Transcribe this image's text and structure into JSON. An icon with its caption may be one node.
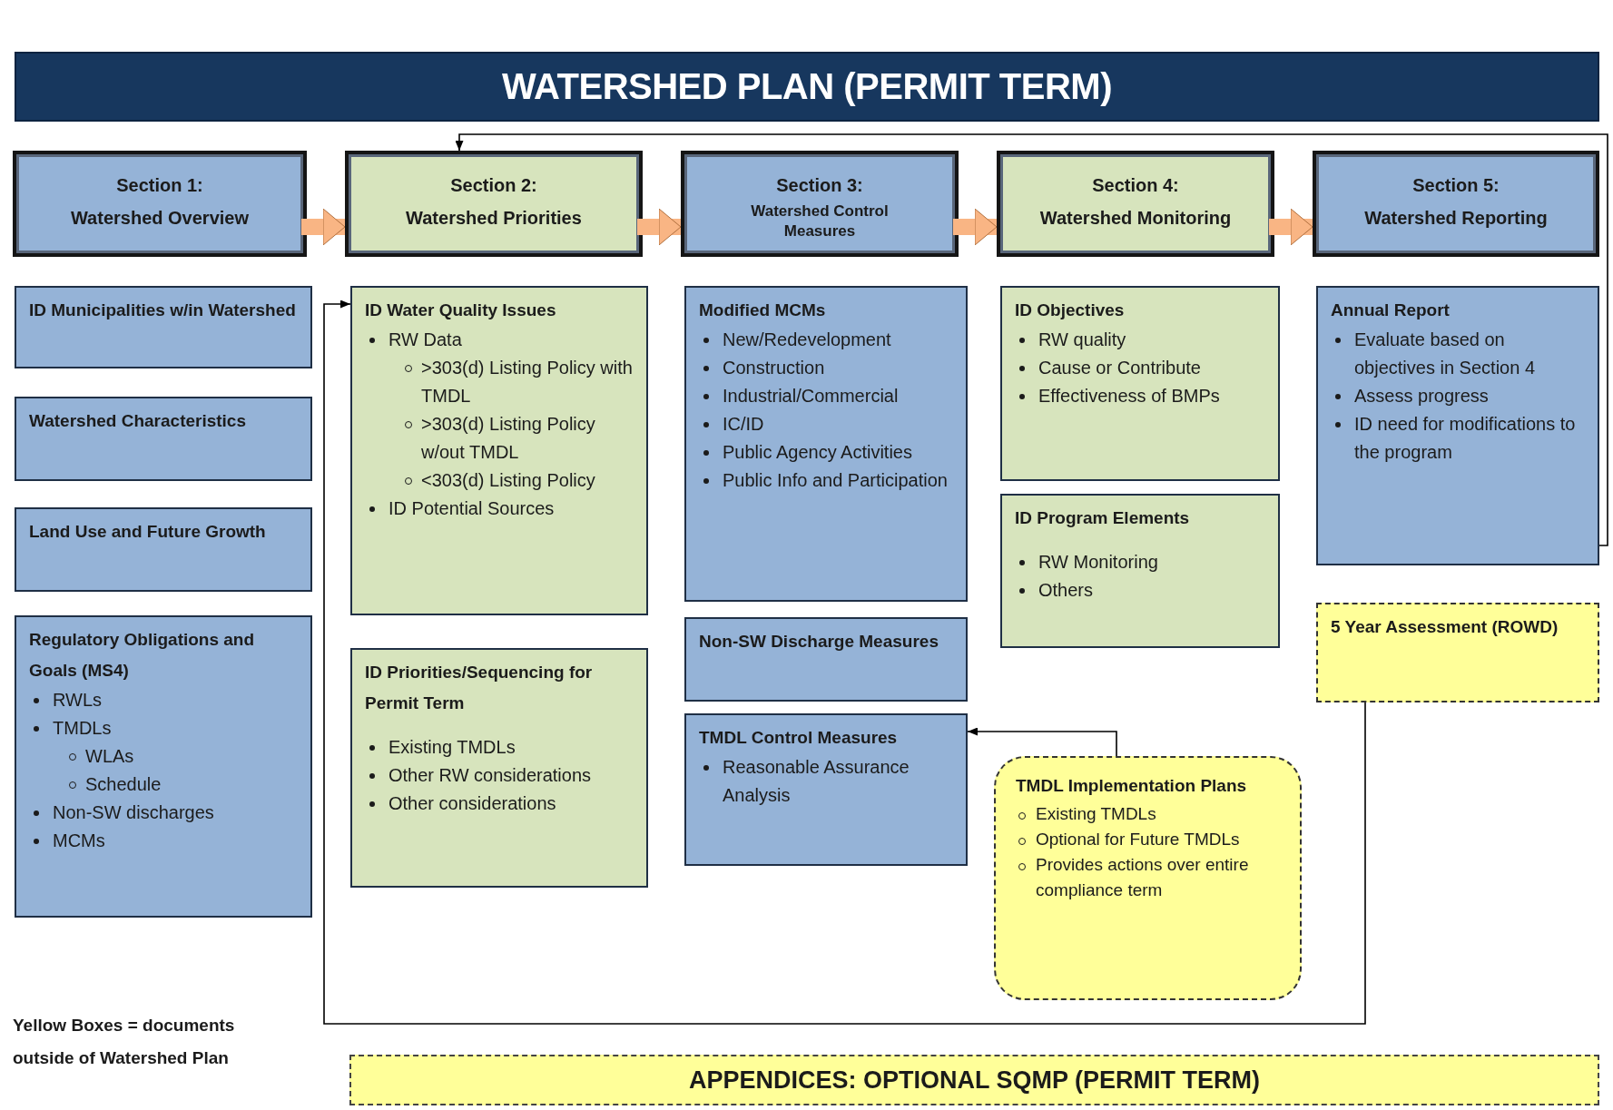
{
  "diagram": {
    "nodes": [
      {
        "text": [
          "WATERSHED PLAN (PERMIT TERM)"
        ]
      },
      {
        "text": [
          "Section 1:",
          "Watershed Overview"
        ]
      },
      {
        "text": [
          "Section 2:",
          "Watershed Priorities"
        ]
      },
      {
        "text": [
          "Section 3:",
          "Watershed Control Measures"
        ]
      },
      {
        "text": [
          "Section 4:",
          "Watershed Monitoring"
        ]
      },
      {
        "text": [
          "Section 5:",
          "Watershed Reporting"
        ]
      },
      {
        "text": [
          "ID Municipalities w/in Watershed"
        ]
      },
      {
        "text": [
          "Watershed Characteristics"
        ]
      },
      {
        "text": [
          "Land Use and Future Growth"
        ]
      },
      {
        "text": [
          "Regulatory Obligations and Goals (MS4)",
          "RWLs",
          "TMDLs",
          "WLAs",
          "Schedule",
          "Non-SW discharges",
          "MCMs"
        ]
      },
      {
        "text": [
          "ID Water Quality Issues",
          "RW Data",
          ">303(d) Listing Policy with TMDL",
          ">303(d) Listing Policy w/out TMDL",
          "<303(d) Listing Policy",
          "ID Potential Sources"
        ]
      },
      {
        "text": [
          "ID Priorities/Sequencing for Permit Term",
          "Existing TMDLs",
          "Other RW considerations",
          "Other considerations"
        ]
      },
      {
        "text": [
          "Modified MCMs",
          "New/Redevelopment",
          "Construction",
          "Industrial/Commercial",
          "IC/ID",
          "Public Agency Activities",
          "Public Info and Participation"
        ]
      },
      {
        "text": [
          "Non-SW Discharge Measures"
        ]
      },
      {
        "text": [
          "TMDL Control Measures",
          "Reasonable Assurance Analysis"
        ]
      },
      {
        "text": [
          "ID Objectives",
          "RW quality",
          "Cause or Contribute",
          "Effectiveness of BMPs"
        ]
      },
      {
        "text": [
          "ID Program Elements",
          "RW Monitoring",
          "Others"
        ]
      },
      {
        "text": [
          "TMDL Implementation Plans",
          "Existing TMDLs",
          "Optional for Future TMDLs",
          "Provides actions over entire compliance term"
        ]
      },
      {
        "text": [
          "Annual Report",
          "Evaluate based on objectives in Section 4",
          "Assess progress",
          "ID need for modifications to the program"
        ]
      },
      {
        "text": [
          "5 Year Assessment (ROWD)"
        ]
      },
      {
        "text": [
          "APPENDICES: OPTIONAL SQMP (PERMIT TERM)"
        ]
      }
    ],
    "edges": [
      {
        "from": 1,
        "to": 2,
        "arrow": "to"
      },
      {
        "from": 2,
        "to": 3,
        "arrow": "to"
      },
      {
        "from": 3,
        "to": 4,
        "arrow": "to"
      },
      {
        "from": 4,
        "to": 5,
        "arrow": "to"
      },
      {
        "from": 18,
        "to": 2,
        "arrow": "to",
        "color": "#000000"
      },
      {
        "from": 19,
        "to": 10,
        "arrow": "to",
        "color": "#000000"
      },
      {
        "from": 17,
        "to": 14,
        "arrow": "to",
        "color": "#000000"
      }
    ],
    "labels": [
      "Yellow Boxes = documents outside of Watershed Plan"
    ]
  }
}
